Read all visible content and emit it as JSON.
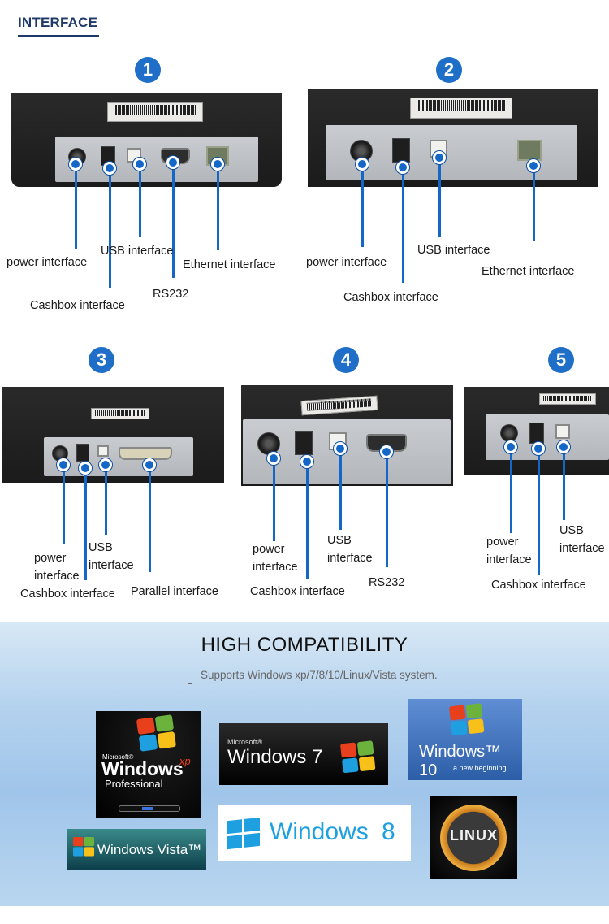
{
  "header": {
    "title": "INTERFACE"
  },
  "badges": [
    "1",
    "2",
    "3",
    "4",
    "5"
  ],
  "labels": {
    "power": "power interface",
    "power_l1": "power",
    "power_l2": "interface",
    "usb": "USB interface",
    "usb_l1": "USB",
    "usb_l2": "interface",
    "cashbox": "Cashbox interface",
    "ethernet": "Ethernet interface",
    "rs232": "RS232",
    "parallel": "Parallel interface"
  },
  "compat": {
    "title": "HIGH COMPATIBILITY",
    "subtitle": "Supports Windows xp/7/8/10/Linux/Vista system."
  },
  "logos": {
    "xp": {
      "brand": "Microsoft®",
      "name": "Windows",
      "suffix": "xp",
      "edition": "Professional"
    },
    "w7": {
      "brand": "Microsoft®",
      "name": "Windows 7"
    },
    "w10": {
      "name": "Windows™ 10",
      "tagline": "a new beginning"
    },
    "vista": {
      "name": "Windows Vista™"
    },
    "w8": {
      "name": "Windows",
      "suffix": "8"
    },
    "linux": {
      "name": "LINUX"
    }
  },
  "colors": {
    "accent": "#1467c7",
    "header": "#1f3a6a",
    "badge": "#1f6fc8"
  }
}
